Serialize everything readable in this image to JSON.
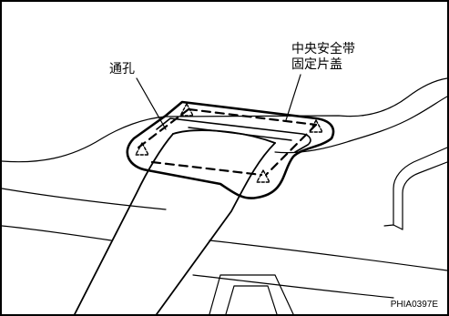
{
  "labels": {
    "hole": "通孔",
    "cover_line1": "中央安全带",
    "cover_line2": "固定片盖"
  },
  "figure_code": "PHIA0397E"
}
